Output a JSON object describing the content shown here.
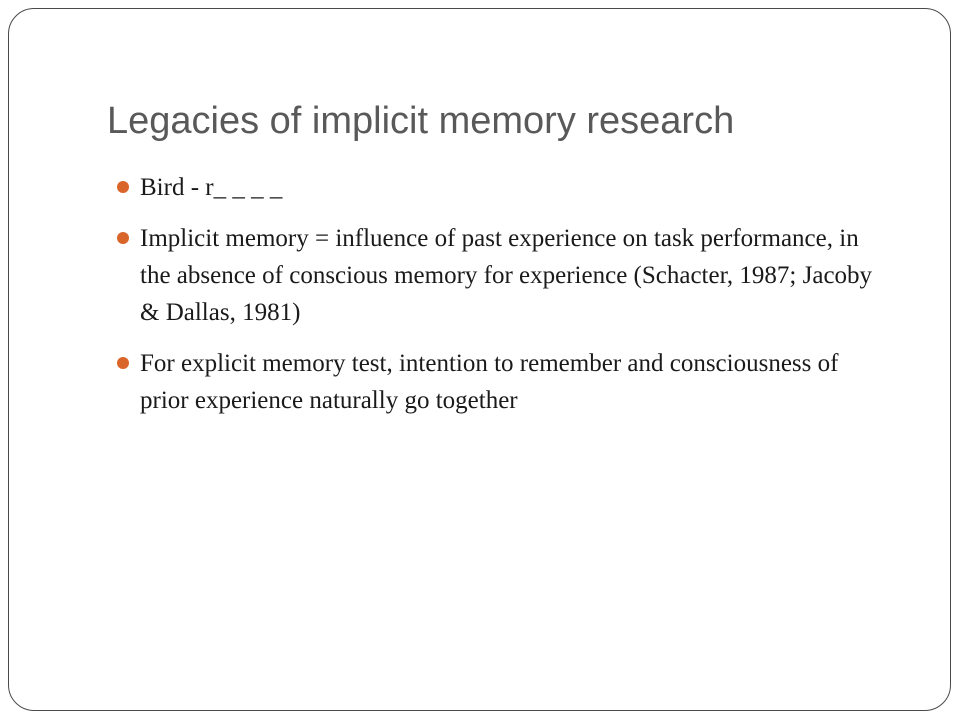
{
  "slide": {
    "title": "Legacies of implicit memory research",
    "accent_color": "#d9652b",
    "bullets": [
      {
        "text": "Bird - r_ _ _ _"
      },
      {
        "text": "Implicit memory = influence of past experience on task performance, in the absence of conscious memory for experience (Schacter, 1987; Jacoby & Dallas, 1981)"
      },
      {
        "text": "For explicit memory test, intention to remember and consciousness of prior experience naturally go together"
      }
    ]
  }
}
